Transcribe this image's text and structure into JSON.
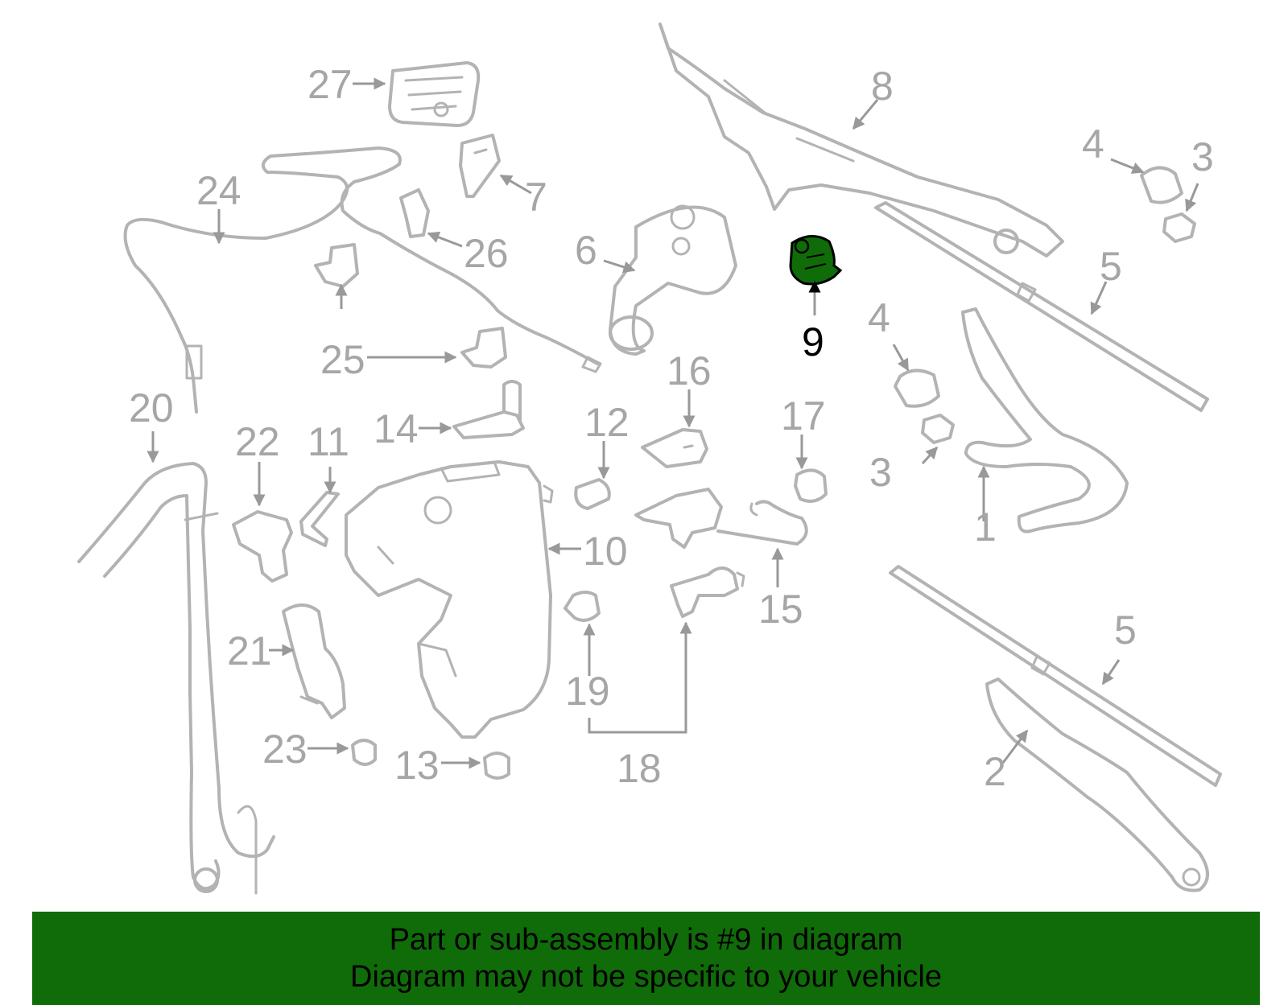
{
  "diagram": {
    "highlight_color": "#106b09",
    "part_color": "#b3b3b3",
    "callouts": [
      {
        "id": "c1",
        "text": "1"
      },
      {
        "id": "c2",
        "text": "2"
      },
      {
        "id": "c3a",
        "text": "3"
      },
      {
        "id": "c3b",
        "text": "3"
      },
      {
        "id": "c4a",
        "text": "4"
      },
      {
        "id": "c4b",
        "text": "4"
      },
      {
        "id": "c5a",
        "text": "5"
      },
      {
        "id": "c5b",
        "text": "5"
      },
      {
        "id": "c6",
        "text": "6"
      },
      {
        "id": "c7",
        "text": "7"
      },
      {
        "id": "c8",
        "text": "8"
      },
      {
        "id": "c9",
        "text": "9"
      },
      {
        "id": "c10",
        "text": "10"
      },
      {
        "id": "c11",
        "text": "11"
      },
      {
        "id": "c12",
        "text": "12"
      },
      {
        "id": "c13",
        "text": "13"
      },
      {
        "id": "c14",
        "text": "14"
      },
      {
        "id": "c15",
        "text": "15"
      },
      {
        "id": "c16",
        "text": "16"
      },
      {
        "id": "c17",
        "text": "17"
      },
      {
        "id": "c18",
        "text": "18"
      },
      {
        "id": "c19",
        "text": "19"
      },
      {
        "id": "c20",
        "text": "20"
      },
      {
        "id": "c21",
        "text": "21"
      },
      {
        "id": "c22",
        "text": "22"
      },
      {
        "id": "c23",
        "text": "23"
      },
      {
        "id": "c24",
        "text": "24"
      },
      {
        "id": "c25",
        "text": "25"
      },
      {
        "id": "c26",
        "text": "26"
      },
      {
        "id": "c27",
        "text": "27"
      }
    ]
  },
  "banner": {
    "line1": "Part or sub-assembly is #9 in diagram",
    "line2": "Diagram may not be specific to your vehicle",
    "background": "#106b09"
  }
}
